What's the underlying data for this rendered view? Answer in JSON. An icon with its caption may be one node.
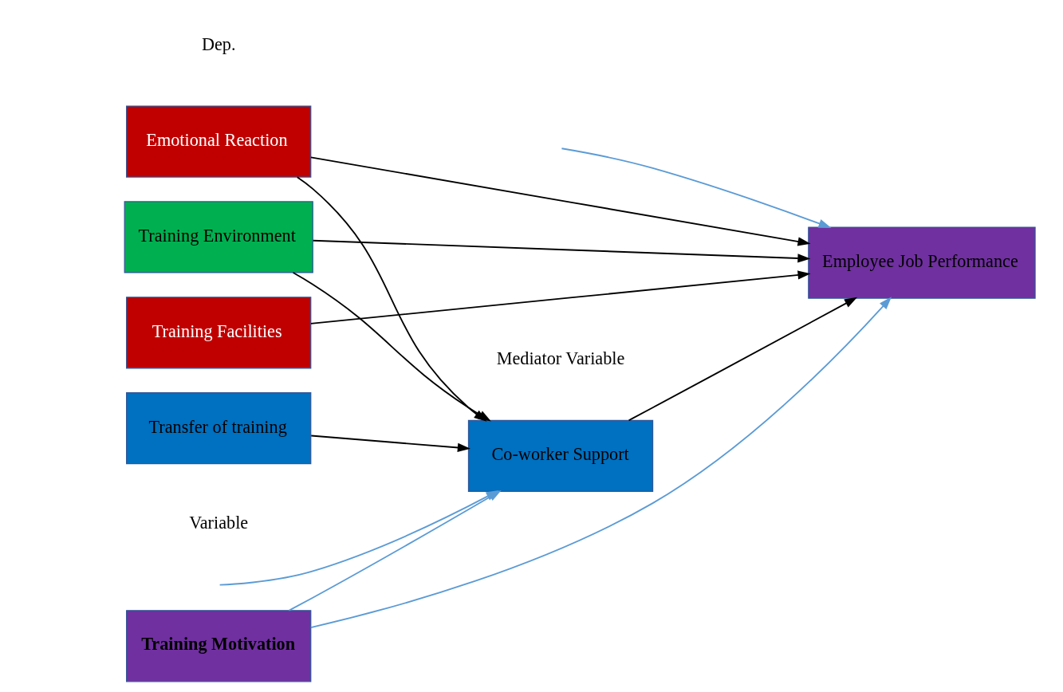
{
  "diagram": {
    "nodes": [
      {
        "text": [
          "Emotional Reaction"
        ]
      },
      {
        "text": [
          "Training Environment"
        ]
      },
      {
        "text": [
          "Training Facilities"
        ]
      },
      {
        "text": [
          "Transfer of training"
        ]
      },
      {
        "text": [
          "Training Motivation"
        ]
      },
      {
        "text": [
          "Co-worker Support"
        ]
      },
      {
        "text": [
          "Employee Job Performance"
        ]
      }
    ],
    "edges": [
      {
        "from": 0,
        "to": 5,
        "arrow": "to"
      },
      {
        "from": 1,
        "to": 5,
        "arrow": "to"
      },
      {
        "from": 3,
        "to": 5,
        "arrow": "to"
      },
      {
        "from": 0,
        "to": 6,
        "arrow": "to"
      },
      {
        "from": 1,
        "to": 6,
        "arrow": "to"
      },
      {
        "from": 2,
        "to": 6,
        "arrow": "to"
      },
      {
        "from": null,
        "to": 5,
        "arrow": "to",
        "color": "#5b9bd5"
      },
      {
        "from": 4,
        "to": 5,
        "arrow": "to",
        "color": "#5b9bd5"
      },
      {
        "from": null,
        "to": 6,
        "arrow": "to",
        "color": "#5b9bd5"
      },
      {
        "from": 4,
        "to": 6,
        "arrow": "to",
        "color": "#5b9bd5"
      },
      {
        "from": 5,
        "to": 6,
        "arrow": "to"
      }
    ],
    "labels": [
      "Mediator Variable",
      "Dep.",
      "Variable"
    ]
  }
}
